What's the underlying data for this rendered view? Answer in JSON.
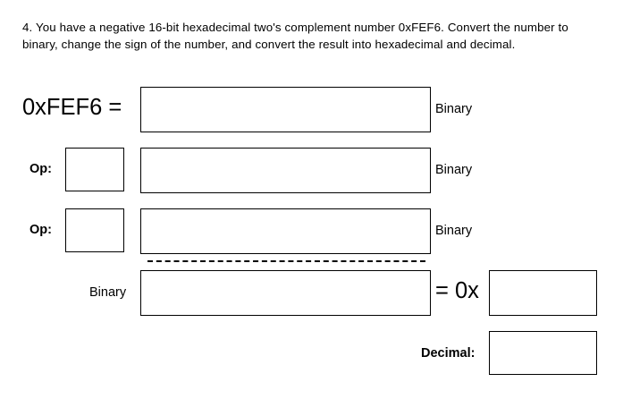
{
  "worksheet": {
    "question_number": "4.",
    "prompt": "4. You have a negative 16-bit hexadecimal two's complement number 0xFEF6. Convert the number to binary, change the sign of the number, and convert the result into hexadecimal and decimal.",
    "source_value": "0xFEF6",
    "rows": [
      {
        "lead_label": "0xFEF6 =",
        "op_label": "",
        "trailing_label": "Binary",
        "small_box_value": "",
        "wide_box_value": ""
      },
      {
        "lead_label": "",
        "op_label": "Op:",
        "trailing_label": "Binary",
        "small_box_value": "",
        "wide_box_value": ""
      },
      {
        "lead_label": "",
        "op_label": "Op:",
        "trailing_label": "Binary",
        "small_box_value": "",
        "wide_box_value": ""
      }
    ],
    "result_row": {
      "left_label": "Binary",
      "binary_box_value": "",
      "equals_hex_label": "= 0x",
      "hex_box_value": ""
    },
    "decimal_row": {
      "label": "Decimal:",
      "decimal_box_value": ""
    },
    "colors": {
      "ink": "#000000",
      "paper": "#ffffff",
      "box_border": "#000000"
    }
  }
}
